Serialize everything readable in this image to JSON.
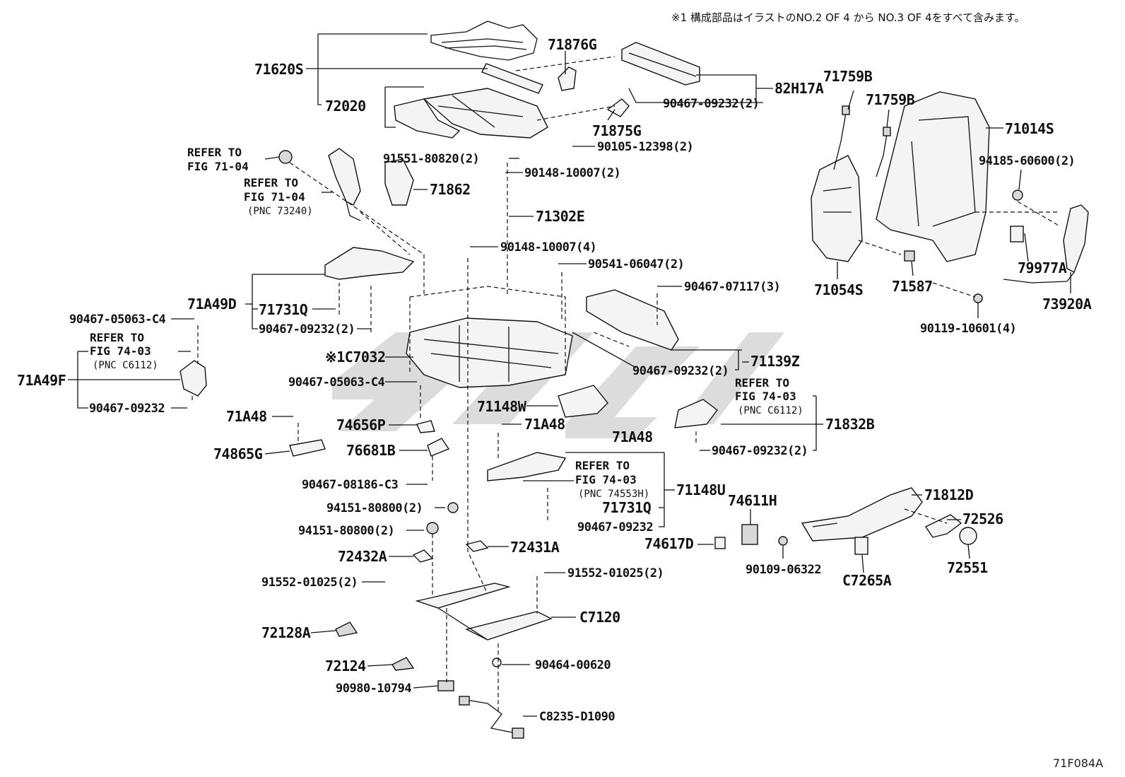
{
  "note": "※1 構成部品はイラストのNO.2 OF 4 から NO.3 OF 4をすべて含みます。",
  "figure_id": "71F084A",
  "labels": {
    "p71620S": "71620S",
    "p71876G": "71876G",
    "p72020": "72020",
    "p82H17A": "82H17A",
    "p90467_09232_2a": "90467-09232(2)",
    "p71875G": "71875G",
    "p90105_12398": "90105-12398(2)",
    "p91551_80820": "91551-80820(2)",
    "p90148_10007_2": "90148-10007(2)",
    "p71862": "71862",
    "p71302E": "71302E",
    "p90148_10007_4": "90148-10007(4)",
    "p90541_06047": "90541-06047(2)",
    "p90467_07117": "90467-07117(3)",
    "p71759B_1": "71759B",
    "p71759B_2": "71759B",
    "p71014S": "71014S",
    "p94185_60600": "94185-60600(2)",
    "p79977A": "79977A",
    "p73920A": "73920A",
    "p71054S": "71054S",
    "p71587": "71587",
    "p90119_10601": "90119-10601(4)",
    "p71A49D": "71A49D",
    "p71731Q_1": "71731Q",
    "p90467_09232_2b": "90467-09232(2)",
    "p90467_05063_C4a": "90467-05063-C4",
    "pC7032": "※1C7032",
    "p71139Z": "71139Z",
    "p90467_09232_2c": "90467-09232(2)",
    "p71A49F": "71A49F",
    "p90467_05063_C4b": "90467-05063-C4",
    "p90467_09232a": "90467-09232",
    "p71148W": "71148W",
    "p71A48_1": "71A48",
    "p71A48_2": "71A48",
    "p71A48_3": "71A48",
    "p74656P": "74656P",
    "p74865G": "74865G",
    "p76681B": "76681B",
    "p71832B": "71832B",
    "p90467_09232_2d": "90467-09232(2)",
    "p71148U": "71148U",
    "p90467_08186": "90467-08186-C3",
    "p71731Q_2": "71731Q",
    "p90467_09232b": "90467-09232",
    "p74611H": "74611H",
    "p71812D": "71812D",
    "p72526": "72526",
    "p94151_80800a": "94151-80800(2)",
    "p94151_80800b": "94151-80800(2)",
    "p72432A": "72432A",
    "p72431A": "72431A",
    "p74617D": "74617D",
    "p90109_06322": "90109-06322",
    "pC7265A": "C7265A",
    "p72551": "72551",
    "p91552_01025a": "91552-01025(2)",
    "p91552_01025b": "91552-01025(2)",
    "pC7120": "C7120",
    "p72128A": "72128A",
    "p72124": "72124",
    "p90464_00620": "90464-00620",
    "p90980_10794": "90980-10794",
    "pC8235_D1090": "C8235-D1090"
  },
  "refs": {
    "fig7104a": {
      "line1": "REFER TO",
      "line2": "FIG 71-04"
    },
    "fig7104b": {
      "line1": "REFER TO",
      "line2": "FIG 71-04",
      "pnc": "(PNC 73240)"
    },
    "fig7403a": {
      "line1": "REFER TO",
      "line2": "FIG 74-03",
      "pnc": "(PNC C6112)"
    },
    "fig7403b": {
      "line1": "REFER TO",
      "line2": "FIG 74-03",
      "pnc": "(PNC C6112)"
    },
    "fig7403c": {
      "line1": "REFER TO",
      "line2": "FIG 74-03",
      "pnc": "(PNC 74553H)"
    }
  }
}
